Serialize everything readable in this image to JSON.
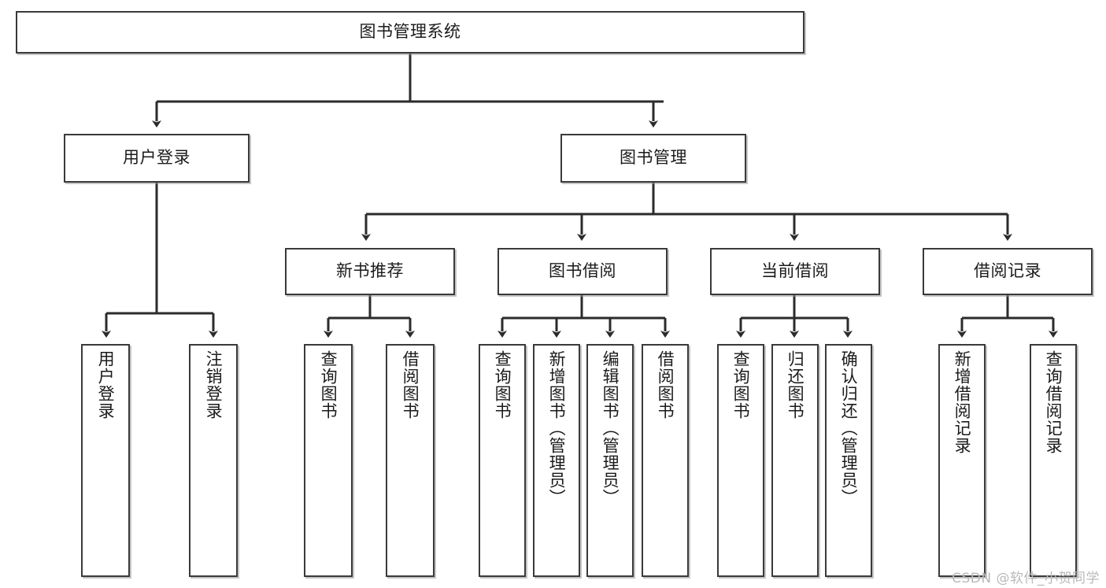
{
  "diagram": {
    "type": "tree",
    "title": "图书管理系统",
    "watermark": "CSDN @软件_小贺同学",
    "colors": {
      "background": "#ffffff",
      "box_border": "#3a3a3a",
      "box_fill": "#ffffff",
      "text": "#1b1b1b",
      "edge": "#2b2b2b",
      "watermark": "#b9b9b9"
    },
    "nodes": {
      "root": {
        "label": "图书管理系统"
      },
      "level2": [
        {
          "id": "user-login",
          "label": "用户登录"
        },
        {
          "id": "book-manage",
          "label": "图书管理"
        }
      ],
      "level3": [
        {
          "id": "new-book-recommend",
          "label": "新书推荐"
        },
        {
          "id": "book-borrow",
          "label": "图书借阅"
        },
        {
          "id": "current-borrow",
          "label": "当前借阅"
        },
        {
          "id": "borrow-record",
          "label": "借阅记录"
        }
      ],
      "leaves": {
        "user-login": [
          {
            "id": "leaf-user-login",
            "label": "用户登录"
          },
          {
            "id": "leaf-logout-login",
            "label": "注销登录"
          }
        ],
        "new-book-recommend": [
          {
            "id": "leaf-query-book-1",
            "label": "查询图书"
          },
          {
            "id": "leaf-borrow-book-1",
            "label": "借阅图书"
          }
        ],
        "book-borrow": [
          {
            "id": "leaf-query-book-2",
            "label": "查询图书"
          },
          {
            "id": "leaf-add-book",
            "label": "新增图书（管理员）"
          },
          {
            "id": "leaf-edit-book",
            "label": "编辑图书（管理员）"
          },
          {
            "id": "leaf-borrow-book-2",
            "label": "借阅图书"
          }
        ],
        "current-borrow": [
          {
            "id": "leaf-query-book-3",
            "label": "查询图书"
          },
          {
            "id": "leaf-return-book",
            "label": "归还图书"
          },
          {
            "id": "leaf-confirm-return",
            "label": "确认归还（管理员）"
          }
        ],
        "borrow-record": [
          {
            "id": "leaf-add-record",
            "label": "新增借阅记录"
          },
          {
            "id": "leaf-query-record",
            "label": "查询借阅记录"
          }
        ]
      }
    }
  }
}
